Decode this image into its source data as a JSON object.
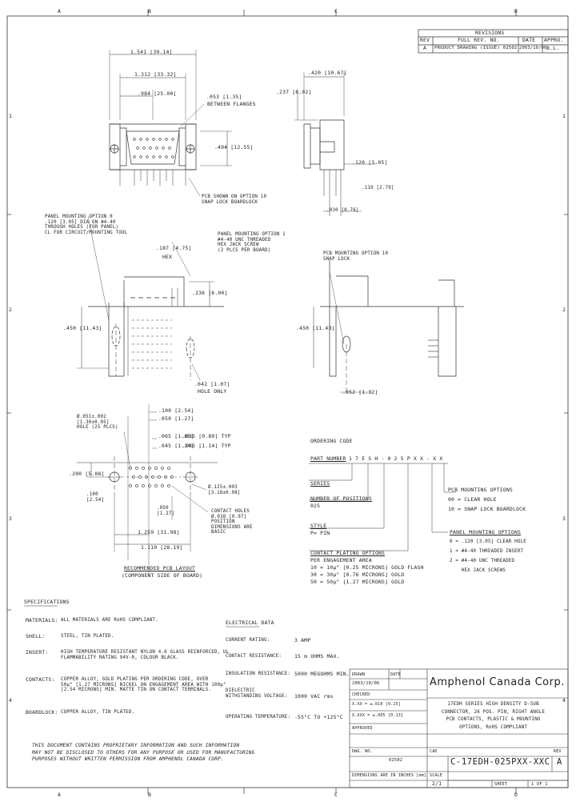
{
  "border": {
    "columns": [
      "A",
      "B",
      "C",
      "D"
    ],
    "rows": [
      "1",
      "2",
      "3",
      "4"
    ]
  },
  "revisions": {
    "title": "REVISIONS",
    "headers": [
      "REV",
      "FULL REV. NO.",
      "DATE",
      "APPRO."
    ],
    "rows": [
      [
        "A",
        "PRODUCT DRAWING (ISSUE) 02502",
        "2003/10/06",
        "B.L."
      ]
    ]
  },
  "top_view": {
    "dim_overall": "1.541 [39.14]",
    "dim_shell": "1.312 [33.32]",
    "dim_half": ".984 [25.00]",
    "dim_between_flanges": ".053 [1.35]",
    "between_flanges_text": "BETWEEN FLANGES",
    "dim_height": ".494 [12.55]",
    "pcb_note": "PCB SHOWN ON OPTION 10\nSNAP LOCK BOARDLOCK"
  },
  "side_view": {
    "dim_top": ".420 [10.67]",
    "dim_left": ".237 [6.02]",
    "dim_lower": ".120 [3.05]",
    "dim_a": ".030 [0.76]",
    "dim_b": ".110 [2.79]"
  },
  "front_view": {
    "panel_note": "PANEL MOUNTING OPTION 0\n.120 [3.05] DIA ON #4-40\nTHROUGH HOLES (FOR PANEL)\nCL FOR CIRCUIT/MOUNTING TOOL",
    "jack_note": "PANEL MOUNTING OPTION 1\n#4-40 UNC THREADED\nHEX JACK SCREW\n(2 PLCS PER BOARD)",
    "dim_hex": ".187 [4.75]",
    "hex_label": "HEX",
    "dim_right": ".236 [6.00]",
    "dim_left": ".450 [11.43]",
    "dim_bottom": ".042 [1.07]",
    "bottom_label": "HOLE ONLY"
  },
  "rear_view": {
    "snap_note": "PCB MOUNTING OPTION 10\nSNAP LOCK",
    "dim_left": ".450 [11.43]",
    "dim_bottom": ".052 [1.32]"
  },
  "pcb_layout": {
    "dim_hole_dia": "Ø.051±.002\n[1.30±0.05]\nHOLE (25 PLCS)",
    "dim_a": ".100 [2.54]",
    "dim_b": ".050 [1.27]",
    "dim_c": ".065 [1.65]",
    "dim_d": ".045 [1.14]",
    "dim_e": ".035 [0.89] TYP",
    "dim_f": ".045 [1.14] TYP",
    "dim_left": ".200 [5.08]",
    "dim_left2": ".100\n[2.54]",
    "dim_right_hole": "Ø.125±.003\n[3.18±0.08]",
    "dim_g": ".050\n[1.27]",
    "contact_note": "CONTACT HOLES\nØ.038 [0.97]\nPOSITION\nDIMENSIONS ARE\nBASIC",
    "dim_h": "1.259 [31.98]",
    "dim_i": "1.110 [28.19]",
    "caption_title": "RECOMMENDED PCB LAYOUT",
    "caption_sub": "(COMPONENT SIDE OF BOARD)"
  },
  "ordering": {
    "title": "ORDERING CODE",
    "part_number_label": "PART NUMBER",
    "part_number_value": "1 7 E S H - 0 2 5 P X X - X X",
    "series_label": "SERIES",
    "positions_label": "NUMBER OF POSITIONS",
    "positions_value": "025",
    "style_label": "STYLE",
    "style_value": "P= PIN",
    "plating_label": "CONTACT PLATING OPTIONS",
    "plating_lines": [
      "PER ENGAGEMENT AREA",
      "10 = 10μ\" [0.25 MICRONS] GOLD FLASH",
      "30 = 30μ\" [0.76 MICRONS] GOLD",
      "50 = 50μ\" [1.27 MICRONS] GOLD"
    ],
    "pcb_opt_lines": [
      "PCB MOUNTING OPTIONS",
      "00 = CLEAR HOLE",
      "10 = SNAP LOCK BOARDLOCK"
    ],
    "panel_opt_title": "PANEL MOUNTING OPTIONS",
    "panel_opt_lines": [
      "0 = .120 [3.05] CLEAR HOLE",
      "1 = #4-40 THREADED INSERT",
      "2 = #4-40 UNC THREADED",
      "    HEX JACK SCREWS"
    ]
  },
  "specifications": {
    "title": "SPECIFICATIONS",
    "items": [
      {
        "label": "MATERIALS:",
        "text": "ALL MATERIALS ARE RoHS COMPLIANT."
      },
      {
        "label": "SHELL:",
        "text": "STEEL, TIN PLATED."
      },
      {
        "label": "INSERT:",
        "text": "HIGH TEMPERATURE RESISTANT NYLON 4.6 GLASS REINFORCED, UL\nFLAMMABILITY RATING 94V-0, COLOUR BLACK."
      },
      {
        "label": "CONTACTS:",
        "text": "COPPER ALLOY, GOLD PLATING PER ORDERING CODE, OVER\n50μ\" [1.27 MICRONS] NICKEL ON ENGAGEMENT AREA WITH 100μ\"\n[2.54 MICRONS] MIN. MATTE TIN ON CONTACT TERMINALS."
      },
      {
        "label": "BOARDLOCK:",
        "text": "COPPER ALLOY, TIN PLATED."
      }
    ]
  },
  "electrical": {
    "title": "ELECTRICAL DATA",
    "rows": [
      {
        "label": "CURRENT RATING:",
        "value": "3 AMP"
      },
      {
        "label": "CONTACT RESISTANCE:",
        "value": "15 m OHMS MAX."
      },
      {
        "label": "INSULATION RESISTANCE:",
        "value": "5000 MEGOHMS MIN."
      },
      {
        "label": "DIELECTRIC\nWITHSTANDING VOLTAGE:",
        "value": "1000 VAC rms"
      },
      {
        "label": "OPERATING TEMPERATURE:",
        "value": "-55°C TO +125°C"
      }
    ]
  },
  "notice": {
    "text": "THIS DOCUMENT CONTAINS PROPRIETARY INFORMATION AND SUCH INFORMATION\nMAY NOT BE DISCLOSED TO OTHERS FOR ANY PURPOSE OR USED FOR MANUFACTURING\nPURPOSES WITHOUT WRITTEN PERMISSION FROM AMPHENOL CANADA CORP."
  },
  "title_block": {
    "company": "Amphenol Canada Corp.",
    "description": "17EDH SERIES HIGH DENSITY D-SUB\nCONNECTOR, 26 POS. PIN, RIGHT ANGLE\nPCB CONTACTS, PLASTIC & MOUNTING\nOPTIONS, RoHS COMPLIANT",
    "drawn_label": "DRAWN",
    "date_label": "DATE",
    "drawn_date": "2003/10/06",
    "checked_label": "CHECKED",
    "tolerance_lines": [
      "X.XX = ±.010 [0.25]",
      "X.XXX = ±.005 [0.13]"
    ],
    "approved_label": "APPROVED",
    "dwg_label": "DWG. NO.",
    "dwg_number": "02502",
    "cad_label": "CAD",
    "rev_label": "REV",
    "part_number": "C-17EDH-025PXX-XXC",
    "rev_value": "A",
    "units_note": "DIMENSIONS ARE IN INCHES [mm]",
    "scale_label": "SCALE",
    "scale_value": "2/1",
    "sheet_label": "SHEET",
    "sheet_value": "1 OF 1"
  }
}
